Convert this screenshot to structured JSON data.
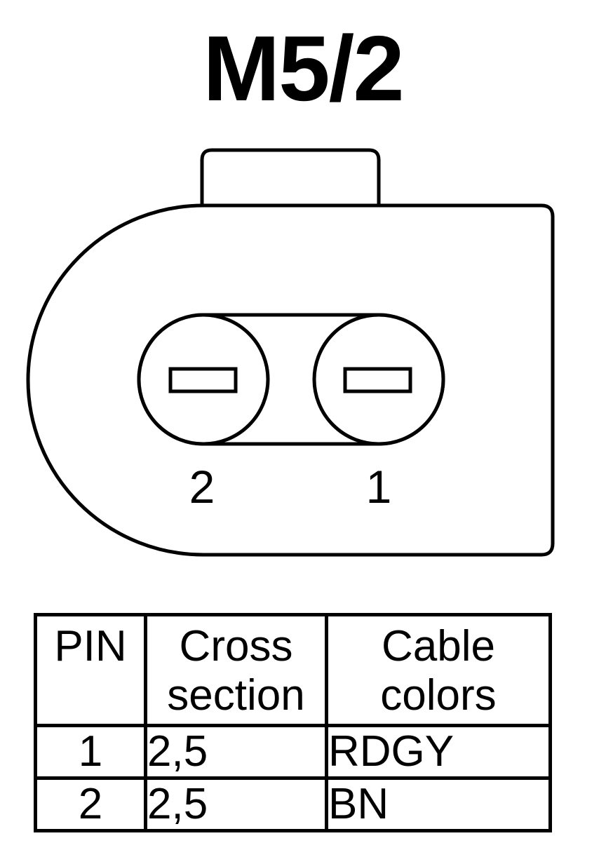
{
  "title": "M5/2",
  "connector": {
    "pin_labels": [
      "2",
      "1"
    ]
  },
  "table": {
    "headers": {
      "pin": "PIN",
      "cross_section": [
        "Cross",
        "section"
      ],
      "cable_colors": [
        "Cable",
        "colors"
      ]
    },
    "rows": [
      {
        "pin": "1",
        "cross_section": "2,5",
        "color": "RDGY"
      },
      {
        "pin": "2",
        "cross_section": "2,5",
        "color": "BN"
      }
    ]
  }
}
